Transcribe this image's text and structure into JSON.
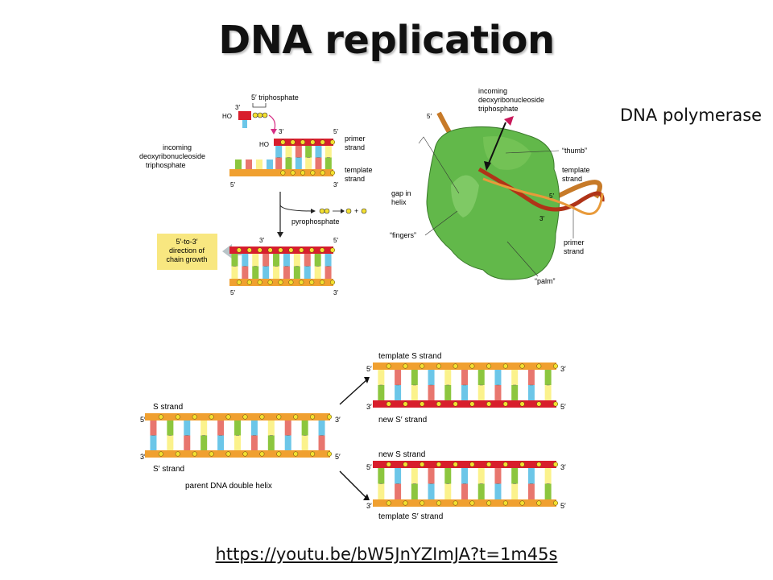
{
  "slide": {
    "title": "DNA replication",
    "side_label": "DNA polymerase",
    "link": "https://youtu.be/bW5JnYZImJA?t=1m45s"
  },
  "fig1": {
    "five_prime_triphosphate": "5′ triphosphate",
    "three_prime": "3′",
    "five_prime": "5′",
    "ho": "HO",
    "incoming_line1": "incoming",
    "incoming_line2": "deoxyribonucleoside",
    "incoming_line3": "triphosphate",
    "primer_line1": "primer",
    "primer_line2": "strand",
    "template_line1": "template",
    "template_line2": "strand",
    "pyrophosphate": "pyrophosphate",
    "direction_line1": "5′-to-3′",
    "direction_line2": "direction of",
    "direction_line3": "chain growth",
    "plus": "+"
  },
  "fig2": {
    "incoming_line1": "incoming",
    "incoming_line2": "deoxyribonucleoside",
    "incoming_line3": "triphosphate",
    "five_prime": "5′",
    "three_prime": "3′",
    "thumb": "“thumb”",
    "template_line1": "template",
    "template_line2": "strand",
    "gap_line1": "gap in",
    "gap_line2": "helix",
    "fingers": "“fingers”",
    "primer_line1": "primer",
    "primer_line2": "strand",
    "palm": "“palm”"
  },
  "fig3": {
    "s_strand": "S strand",
    "s_prime_strand": "S′ strand",
    "parent_label": "parent DNA double helix",
    "template_s": "template S strand",
    "new_s_prime": "new S′ strand",
    "new_s": "new S strand",
    "template_s_prime": "template S′ strand",
    "five_prime": "5′",
    "three_prime": "3′"
  },
  "colors": {
    "backbone_orange": "#f0a030",
    "new_strand_red": "#d81e2c",
    "phosphate_yellow": "#f4e030",
    "base_blue": "#6cc6e8",
    "base_green": "#8cc63e",
    "base_pink": "#e8766e",
    "base_paleyellow": "#fbf28c",
    "polymerase_green": "#62b84a",
    "direction_box": "#f8e780"
  }
}
